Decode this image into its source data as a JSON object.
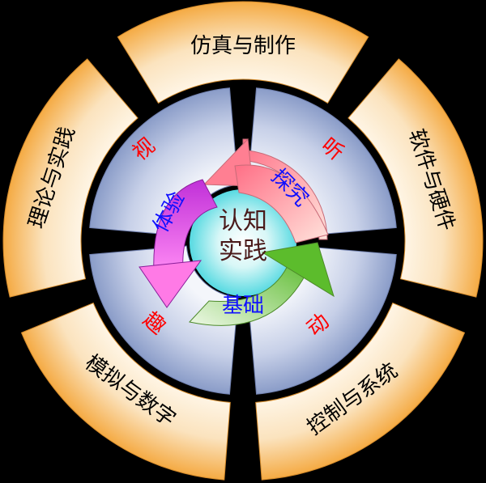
{
  "center": {
    "line1": "认知",
    "line2": "实践"
  },
  "outer_segments": [
    {
      "id": "top",
      "label": "仿真与制作"
    },
    {
      "id": "right",
      "label": "软件与硬件"
    },
    {
      "id": "bottom-right",
      "label": "控制与系统"
    },
    {
      "id": "bottom-left",
      "label": "模拟与数字"
    },
    {
      "id": "left",
      "label": "理论与实践"
    }
  ],
  "senses": {
    "top_left": "视",
    "top_right": "听",
    "bottom_left": "趣",
    "bottom_right": "动"
  },
  "cycle_arrows": {
    "pink": "探究",
    "green": "基础",
    "purple": "体验"
  },
  "colors": {
    "background": "#000000",
    "outer_fill_center": "#fffaf0",
    "outer_fill_edge": "#f4a63a",
    "inner_fill_center": "#f4f6fb",
    "inner_fill_edge": "#8a9cc8",
    "core_fill_center": "#ffffff",
    "core_fill_edge": "#4fd8e0",
    "pink_arrow": "#ff8a9a",
    "green_arrow": "#6cc23a",
    "purple_arrow": "#c030d8",
    "sense_text": "#ff0000",
    "arrow_text_blue": "#1010ff"
  }
}
